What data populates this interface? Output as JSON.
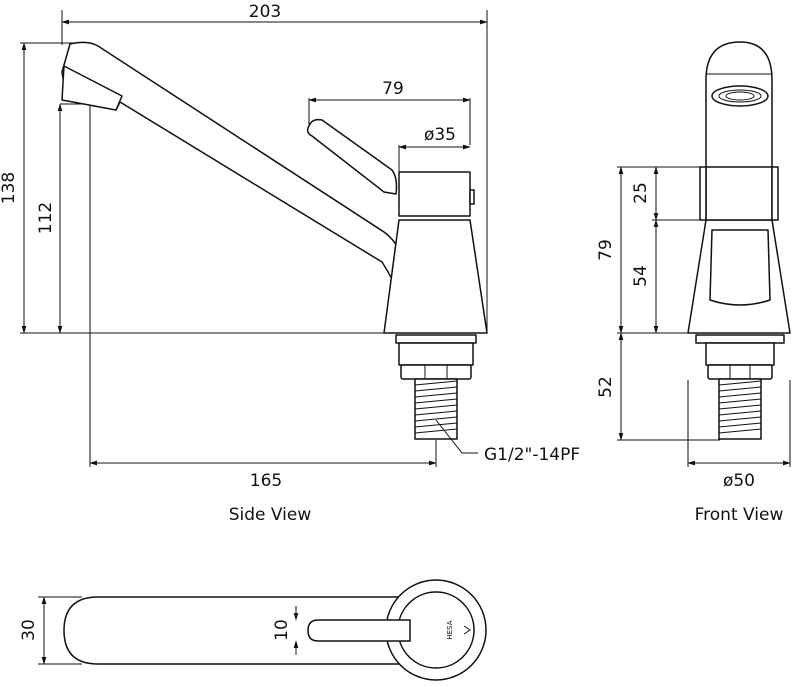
{
  "side_view": {
    "caption": "Side View",
    "dims": {
      "overall_length": "203",
      "overall_height": "138",
      "spout_height": "112",
      "lever_length": "79",
      "body_diameter": "ø35",
      "spout_reach": "165",
      "thread": "G1/2\"-14PF"
    }
  },
  "front_view": {
    "caption": "Front View",
    "dims": {
      "handle_height": "25",
      "body_height": "79",
      "lower_body": "54",
      "shank_length": "52",
      "base_diameter": "ø50"
    }
  },
  "top_view": {
    "dims": {
      "spout_width": "30",
      "lever_width": "10"
    },
    "logo_text": "HESA"
  }
}
